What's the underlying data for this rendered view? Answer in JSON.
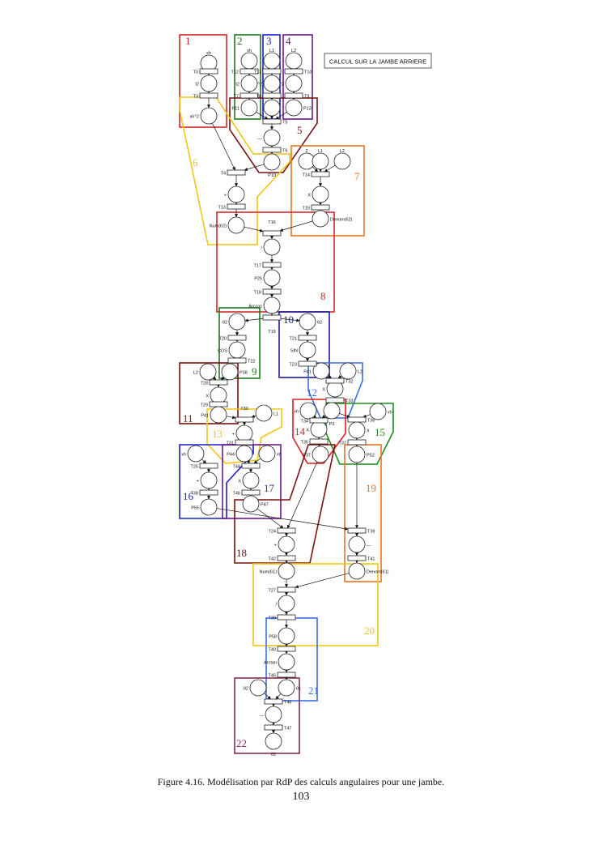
{
  "figure": {
    "title_box": "CALCUL SUR LA JAMBE ARRIERE",
    "places": [
      "xh",
      "t2",
      "xh^2",
      "xh",
      "t2",
      "P11",
      "L1",
      "^2",
      "",
      "L2",
      "^2",
      "P13",
      "—",
      "P10",
      "+",
      "Num(62)",
      "2",
      "L1",
      "L2",
      "X",
      "Denom(62)",
      "/",
      "P25",
      "Arccos",
      "θ2",
      "COS",
      "θ2",
      "SIN",
      "L2",
      "P38",
      "X",
      "P41",
      "L1",
      "+",
      "P41",
      "L2",
      "X",
      "xh",
      "P3",
      "X",
      "P37",
      "xh",
      "X",
      "P52",
      "xh",
      "+",
      "P55",
      "P44",
      "xh",
      "X",
      "P47",
      "+",
      "—",
      "Num(61)",
      "Denom(61)",
      "/",
      "P58",
      "Arctan",
      "θ2",
      "θ1",
      "—",
      "θ2"
    ],
    "transitions": [
      "T0",
      "T3",
      "T12",
      "T7",
      "T11",
      "T8",
      "T10",
      "T9",
      "T5",
      "T6",
      "T4",
      "T13",
      "T14",
      "T15",
      "T16",
      "T17",
      "T18",
      "T19",
      "T20",
      "T22",
      "T21",
      "T23",
      "T28",
      "T29",
      "T30",
      "T31",
      "T32",
      "T33",
      "T34",
      "T35",
      "T36",
      "T37",
      "T25",
      "T38",
      "T44",
      "T46",
      "T24",
      "T42",
      "T39",
      "T41",
      "T27",
      "T39",
      "T40",
      "T45",
      "T46",
      "T47"
    ],
    "regions": [
      {
        "label": "1",
        "color": "#d9262a"
      },
      {
        "label": "2",
        "color": "#1f7a1f"
      },
      {
        "label": "3",
        "color": "#1a1ad0"
      },
      {
        "label": "4",
        "color": "#6a1a8a"
      },
      {
        "label": "5",
        "color": "#7a1010"
      },
      {
        "label": "6",
        "color": "#f2c418"
      },
      {
        "label": "7",
        "color": "#e87722"
      },
      {
        "label": "8",
        "color": "#d42a2a"
      },
      {
        "label": "9",
        "color": "#1f7a1f"
      },
      {
        "label": "10",
        "color": "#1a1aa0"
      },
      {
        "label": "11",
        "color": "#7a1010"
      },
      {
        "label": "12",
        "color": "#3a6ee8"
      },
      {
        "label": "13",
        "color": "#f2c418"
      },
      {
        "label": "14",
        "color": "#e02020"
      },
      {
        "label": "15",
        "color": "#1f8a1f"
      },
      {
        "label": "16",
        "color": "#1a1ad0"
      },
      {
        "label": "17",
        "color": "#6a1a8a"
      },
      {
        "label": "18",
        "color": "#7a1010"
      },
      {
        "label": "19",
        "color": "#e87722"
      },
      {
        "label": "20",
        "color": "#f2c418"
      },
      {
        "label": "21",
        "color": "#3a6ee8"
      },
      {
        "label": "22",
        "color": "#8a2a5a"
      }
    ]
  },
  "caption": "Figure 4.16.  Modélisation par RdP des calculs angulaires pour une jambe.",
  "page_number": "103"
}
